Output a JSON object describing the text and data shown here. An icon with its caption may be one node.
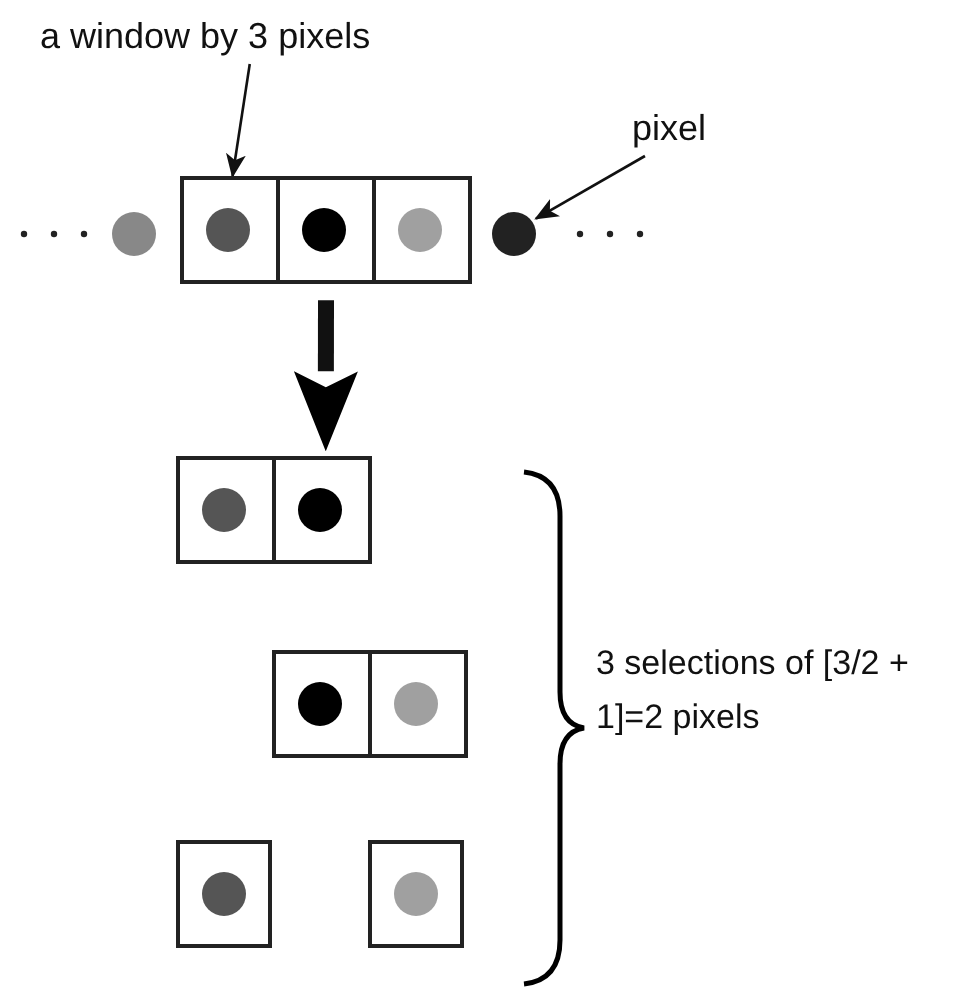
{
  "diagram": {
    "nodes": [
      {
        "text": [
          "a window by 3 pixels"
        ]
      },
      {
        "text": [],
        "shape": "box"
      },
      {
        "text": [
          "pixel"
        ]
      },
      {
        "text": [],
        "shape": "circle"
      },
      {
        "text": [],
        "shape": "box"
      },
      {
        "text": [],
        "shape": "box"
      },
      {
        "text": [],
        "shape": "box"
      }
    ],
    "edges": [
      {
        "from": 0,
        "to": 1,
        "arrow": "to"
      },
      {
        "from": 2,
        "to": 3,
        "arrow": "to"
      },
      {
        "from": 1,
        "to": 4,
        "arrow": "to",
        "style": "thick"
      }
    ],
    "labels": [
      "3 selections of [3/2 + 1]=2 pixels"
    ]
  }
}
